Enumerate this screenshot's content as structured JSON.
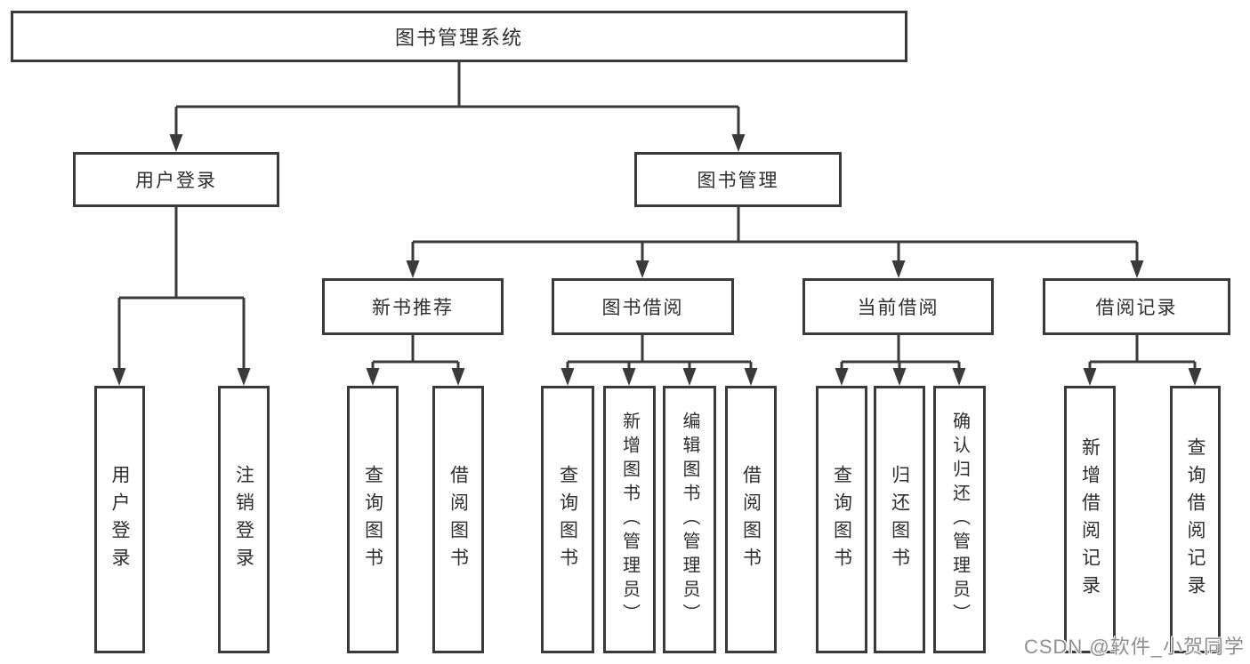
{
  "diagram_title": "图书管理系统",
  "colors": {
    "line": "#3a3a3a",
    "box_border": "#3a3a3a",
    "box_background": "#ffffff",
    "text": "#2f2f2f",
    "watermark": "#8f8f8f",
    "background": "#ffffff"
  },
  "nodes": {
    "root": {
      "label": "图书管理系统"
    },
    "user_login": {
      "label": "用户登录"
    },
    "book_mgmt": {
      "label": "图书管理"
    },
    "new_book_rec": {
      "label": "新书推荐"
    },
    "book_borrow": {
      "label": "图书借阅"
    },
    "current_borrow": {
      "label": "当前借阅"
    },
    "borrow_record": {
      "label": "借阅记录"
    },
    "leaves": [
      {
        "label": "用户登录"
      },
      {
        "label": "注销登录"
      },
      {
        "label": "查询图书"
      },
      {
        "label": "借阅图书"
      },
      {
        "label": "查询图书"
      },
      {
        "label": "新增图书（管理员）"
      },
      {
        "label": "编辑图书（管理员）"
      },
      {
        "label": "借阅图书"
      },
      {
        "label": "查询图书"
      },
      {
        "label": "归还图书"
      },
      {
        "label": "确认归还（管理员）"
      },
      {
        "label": "新增借阅记录"
      },
      {
        "label": "查询借阅记录"
      }
    ]
  },
  "hierarchy": {
    "图书管理系统": [
      "用户登录",
      "图书管理"
    ],
    "用户登录": [
      "用户登录",
      "注销登录"
    ],
    "图书管理": [
      "新书推荐",
      "图书借阅",
      "当前借阅",
      "借阅记录"
    ],
    "新书推荐": [
      "查询图书",
      "借阅图书"
    ],
    "图书借阅": [
      "查询图书",
      "新增图书（管理员）",
      "编辑图书（管理员）",
      "借阅图书"
    ],
    "当前借阅": [
      "查询图书",
      "归还图书",
      "确认归还（管理员）"
    ],
    "借阅记录": [
      "新增借阅记录",
      "查询借阅记录"
    ]
  },
  "watermark": {
    "text": "CSDN @软件_小贺同学"
  }
}
